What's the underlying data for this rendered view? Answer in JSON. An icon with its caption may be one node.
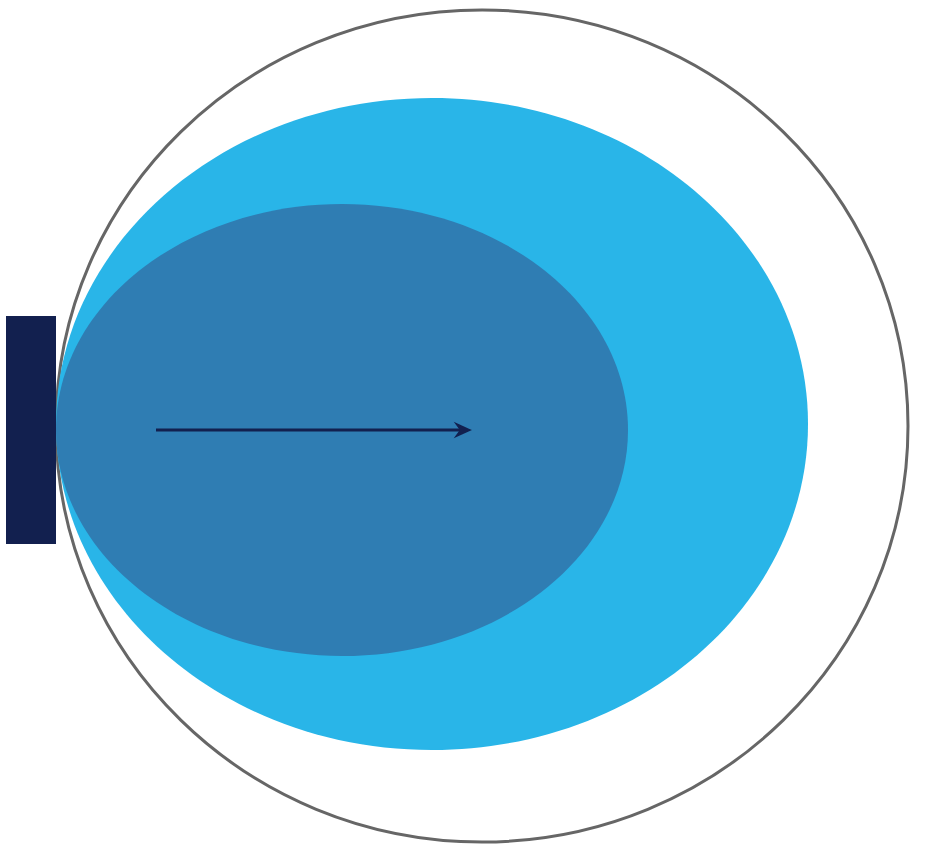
{
  "diagram": {
    "nodes": [
      {
        "text": [],
        "shape": "circle"
      },
      {
        "text": [],
        "shape": "ellipse",
        "in": 0
      },
      {
        "text": [],
        "shape": "ellipse",
        "in": 1
      },
      {
        "text": [],
        "shape": "bar"
      }
    ]
  }
}
